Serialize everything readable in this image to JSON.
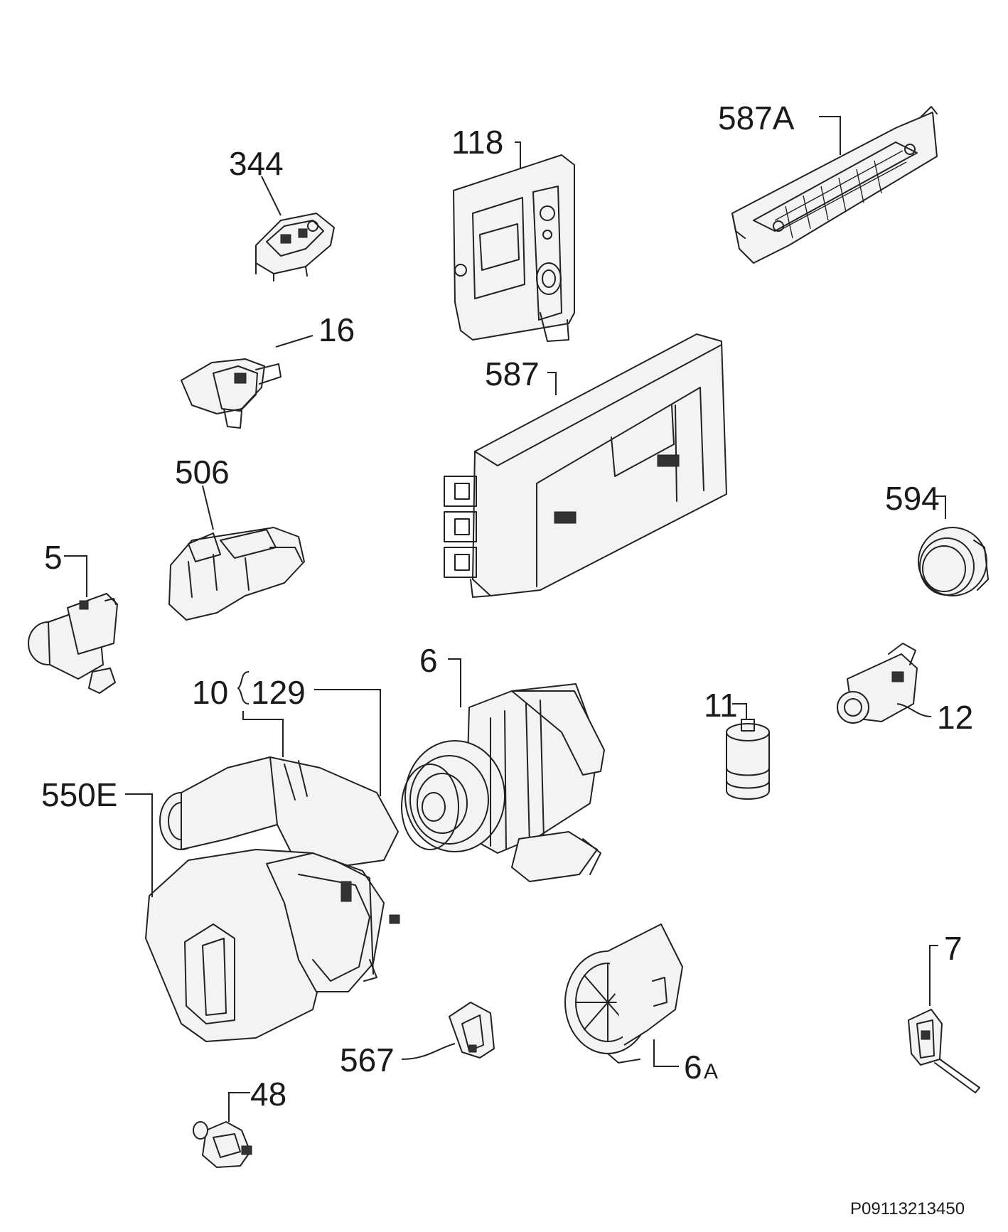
{
  "labels": {
    "l344": "344",
    "l118": "118",
    "l587A": "587A",
    "l16": "16",
    "l587": "587",
    "l506": "506",
    "l594": "594",
    "l5": "5",
    "l6": "6",
    "l10": "10",
    "l129": "129",
    "l11": "11",
    "l12": "12",
    "l550E": "550E",
    "l7": "7",
    "l567": "567",
    "l6A_num": "6",
    "l6A_suffix": "A",
    "l48": "48"
  },
  "drawing_code": "P09113213450"
}
